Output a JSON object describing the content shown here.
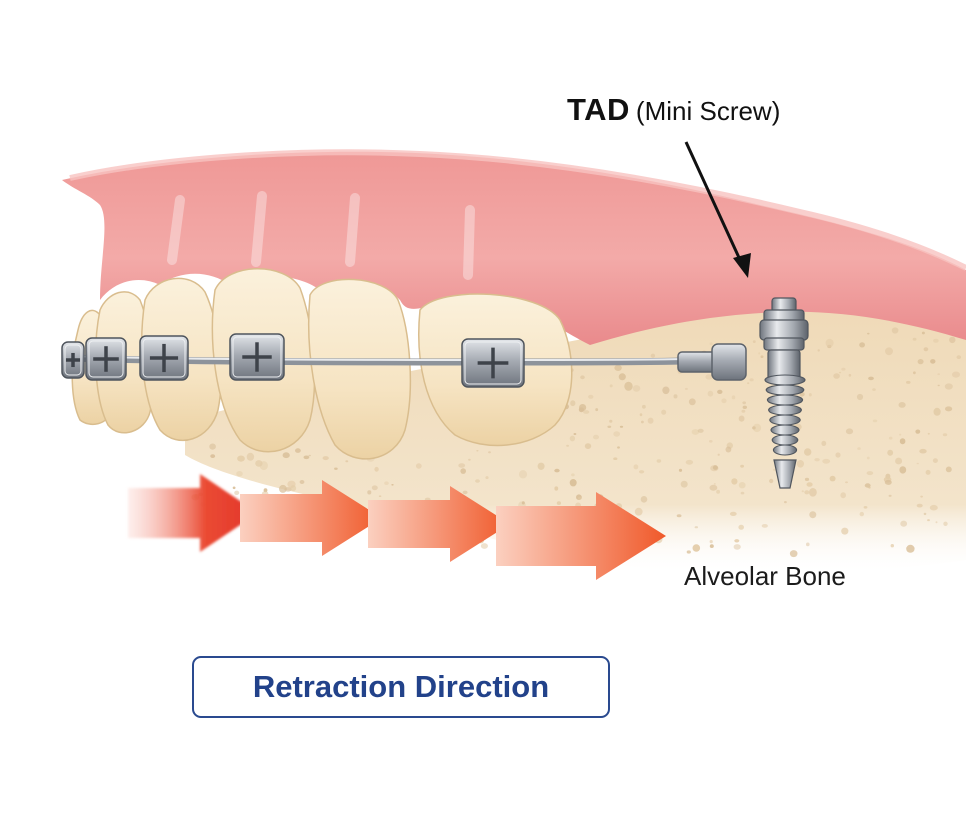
{
  "labels": {
    "tad_bold": "TAD",
    "tad_detail": "(Mini Screw)",
    "alveolar_bone": "Alveolar Bone",
    "retraction_direction": "Retraction Direction"
  },
  "colors": {
    "gum": "#f1a3a2",
    "gum_dark": "#e27f82",
    "tooth": "#f6e6c8",
    "bone": "#f0dcbc",
    "bone_pore": "#d9bf99",
    "metal": "#b8bcc2",
    "arrow_red": "#e2352a",
    "arrow_orange": "#f26a2a",
    "box_border": "#2a4a8f",
    "box_text": "#22428a"
  },
  "icons": [
    "bracket-icon",
    "mini-screw-icon",
    "pointer-arrow-icon",
    "retraction-arrow-icon"
  ]
}
